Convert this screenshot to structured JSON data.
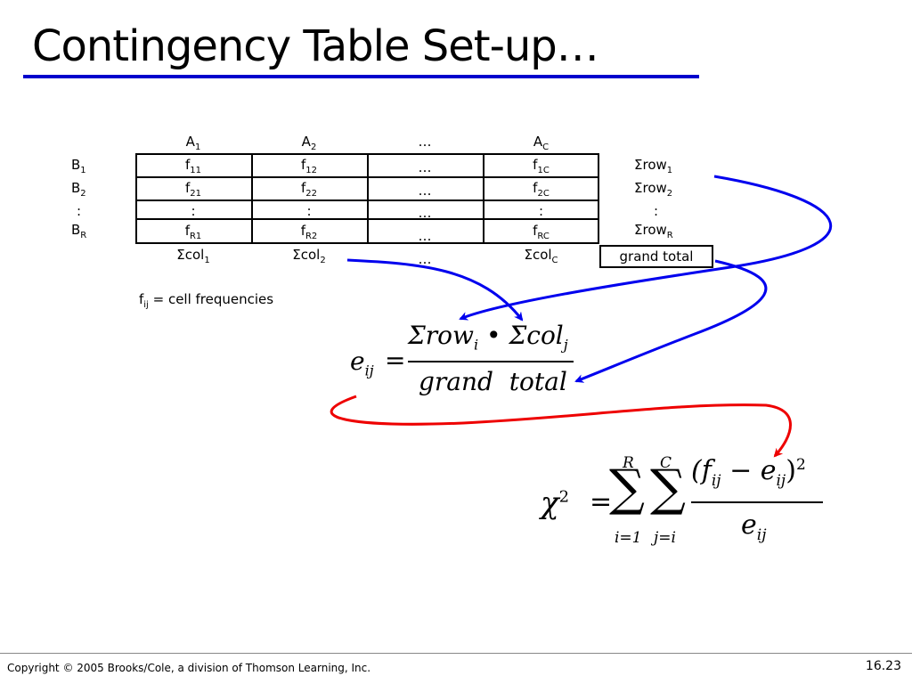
{
  "title": "Contingency Table Set-up…",
  "table": {
    "col_headers": [
      {
        "base": "A",
        "sub": "1"
      },
      {
        "base": "A",
        "sub": "2"
      },
      {
        "base": "…",
        "sub": ""
      },
      {
        "base": "A",
        "sub": "C"
      }
    ],
    "row_headers": [
      {
        "base": "B",
        "sub": "1"
      },
      {
        "base": "B",
        "sub": "2"
      },
      {
        "base": ":",
        "sub": ""
      },
      {
        "base": "B",
        "sub": "R"
      }
    ],
    "rows": [
      [
        {
          "base": "f",
          "sub": "11"
        },
        {
          "base": "f",
          "sub": "12"
        },
        {
          "base": "…",
          "sub": ""
        },
        {
          "base": "f",
          "sub": "1C"
        }
      ],
      [
        {
          "base": "f",
          "sub": "21"
        },
        {
          "base": "f",
          "sub": "22"
        },
        {
          "base": "…",
          "sub": ""
        },
        {
          "base": "f",
          "sub": "2C"
        }
      ],
      [
        {
          "base": ":",
          "sub": ""
        },
        {
          "base": ":",
          "sub": ""
        },
        {
          "base": "…",
          "sub": ""
        },
        {
          "base": ":",
          "sub": ""
        }
      ],
      [
        {
          "base": "f",
          "sub": "R1"
        },
        {
          "base": "f",
          "sub": "R2"
        },
        {
          "base": "…",
          "sub": ""
        },
        {
          "base": "f",
          "sub": "RC"
        }
      ]
    ],
    "row_sums": [
      {
        "base": "Σrow",
        "sub": "1"
      },
      {
        "base": "Σrow",
        "sub": "2"
      },
      {
        "base": ":",
        "sub": ""
      },
      {
        "base": "Σrow",
        "sub": "R"
      }
    ],
    "col_sums": [
      {
        "base": "Σcol",
        "sub": "1"
      },
      {
        "base": "Σcol",
        "sub": "2"
      },
      {
        "base": "…",
        "sub": ""
      },
      {
        "base": "Σcol",
        "sub": "C"
      }
    ],
    "grand_total": "grand total"
  },
  "legend": {
    "base": "f",
    "sub": "ij",
    "text": " = cell frequencies"
  },
  "formula_expected": {
    "lhs": "e",
    "lhs_sub": "ij",
    "eq": "=",
    "numerator": "Σrow",
    "num_sub_i": "i",
    "bullet": "•",
    "numerator2": "Σcol",
    "num_sub_j": "j",
    "denominator": "grand  total"
  },
  "formula_chi": {
    "chi": "χ",
    "chi_sup": "2",
    "eq": "=",
    "sum1_top": "R",
    "sum1_bottom": "i=1",
    "sum2_top": "C",
    "sum2_bottom": "j=i",
    "sigma": "∑",
    "numerator": "(f",
    "num_sub1": "ij",
    "minus": " − e",
    "num_sub2": "ij",
    "num_close": ")",
    "num_sup": "2",
    "denominator": "e",
    "den_sub": "ij"
  },
  "colors": {
    "title_rule": "#0000cc",
    "arrow_blue": "#0000ee",
    "arrow_red": "#ee0000"
  },
  "footer": {
    "copyright": "Copyright © 2005 Brooks/Cole, a division of Thomson Learning, Inc.",
    "page": "16.23"
  }
}
